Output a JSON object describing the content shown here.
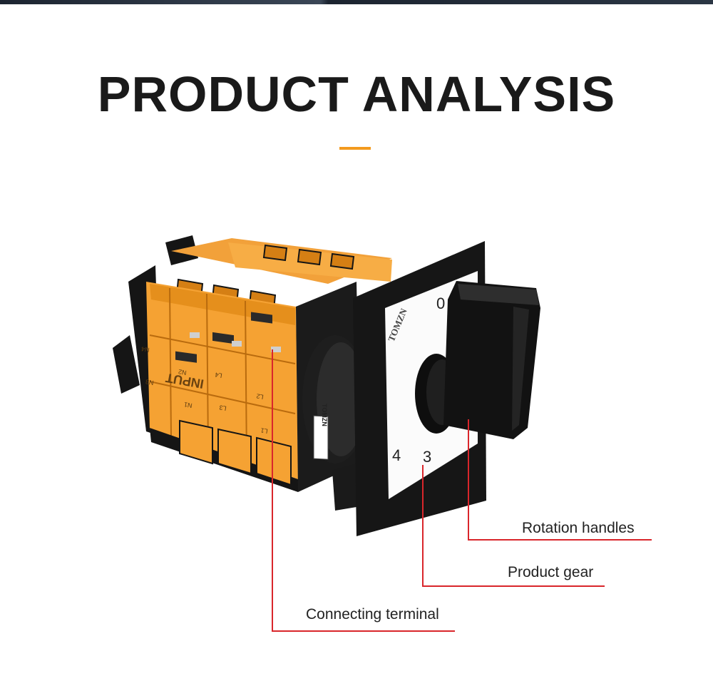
{
  "header": {
    "title": "PRODUCT ANALYSIS"
  },
  "colors": {
    "accent": "#f39a1e",
    "callout_line": "#d9262b",
    "housing_orange": "#f5a233",
    "housing_black": "#151515"
  },
  "product": {
    "brand_mark": "TOMZN",
    "terminal_label": "INPUT",
    "terminal_markings": [
      "N4",
      "N2",
      "L4",
      "L2",
      "N3",
      "N1",
      "L3",
      "L1"
    ],
    "dial_positions": [
      "0",
      "4",
      "3"
    ]
  },
  "callouts": [
    {
      "label": "Rotation handles"
    },
    {
      "label": "Product gear"
    },
    {
      "label": "Connecting terminal"
    }
  ]
}
